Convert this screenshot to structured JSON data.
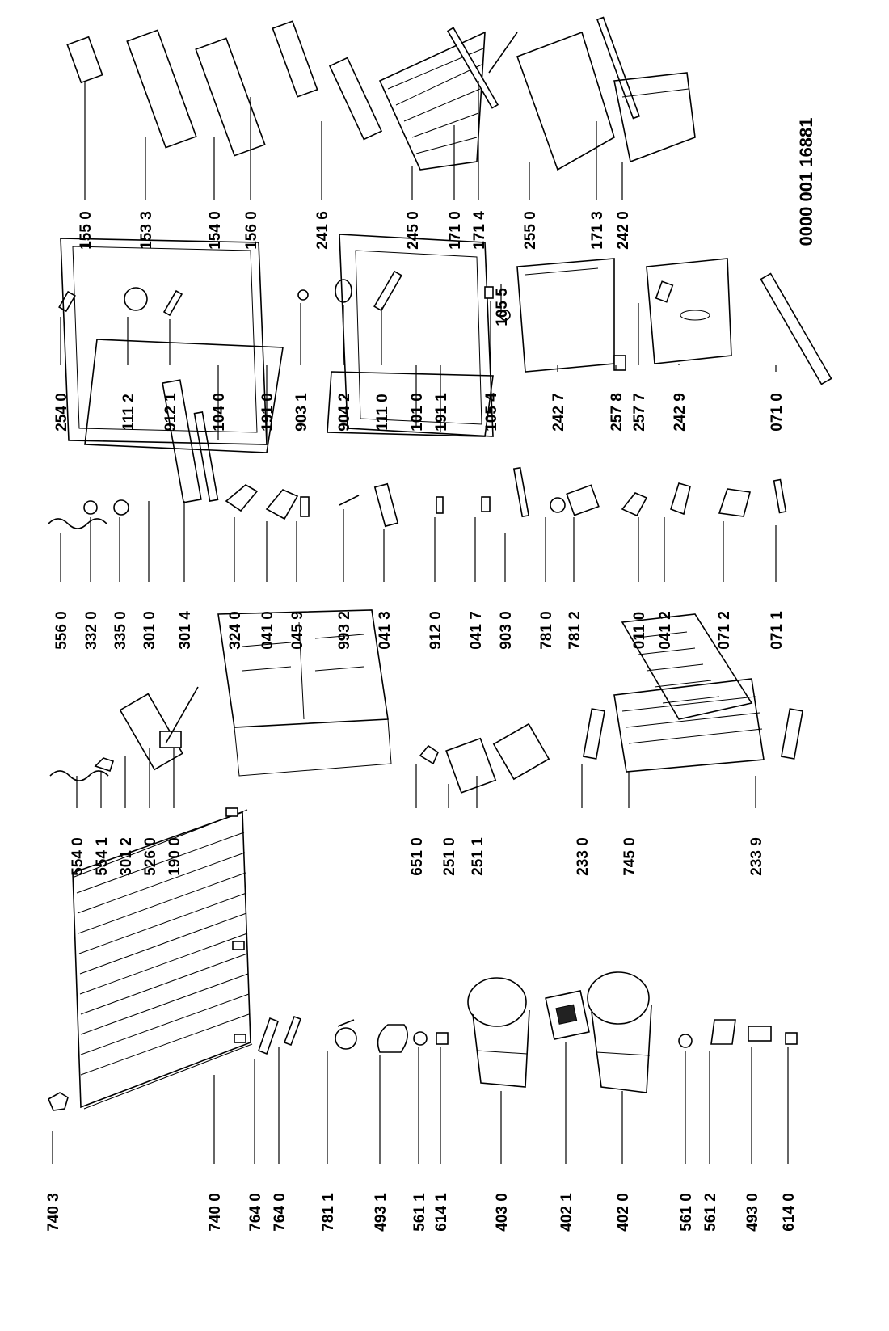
{
  "document_number": "0000 001 16881",
  "columns": [
    {
      "id": "col1",
      "parts": [
        "740 3",
        "740 0",
        "764 0",
        "764 0",
        "781 1",
        "493 1",
        "561 1",
        "614 1",
        "403 0",
        "402 1",
        "402 0",
        "561 0",
        "561 2",
        "493 0",
        "614 0"
      ]
    },
    {
      "id": "col2",
      "parts": [
        "554 0",
        "554 1",
        "301 2",
        "526 0",
        "190 0",
        "651 0",
        "251 0",
        "251 1",
        "233 0",
        "745 0",
        "233 9"
      ]
    },
    {
      "id": "col3",
      "parts": [
        "556 0",
        "332 0",
        "335 0",
        "301 0",
        "301 4",
        "324 0",
        "041 0",
        "045 9",
        "993 2",
        "041 3",
        "912 0",
        "041 7",
        "903 0",
        "781 0",
        "781 2",
        "011 0",
        "041 2",
        "071 2",
        "071 1"
      ]
    },
    {
      "id": "col4",
      "parts": [
        "254 0",
        "111 2",
        "912 1",
        "104 0",
        "191 0",
        "903 1",
        "904 2",
        "111 0",
        "101 0",
        "191 1",
        "105 4",
        "242 7",
        "257 8",
        "257 7",
        "242 9",
        "071 0"
      ]
    },
    {
      "id": "col5",
      "parts": [
        "155 0",
        "153 3",
        "154 0",
        "156 0",
        "241 6",
        "245 0",
        "171 0",
        "171 4",
        "105 5",
        "255 0",
        "171 3",
        "242 0"
      ]
    }
  ]
}
